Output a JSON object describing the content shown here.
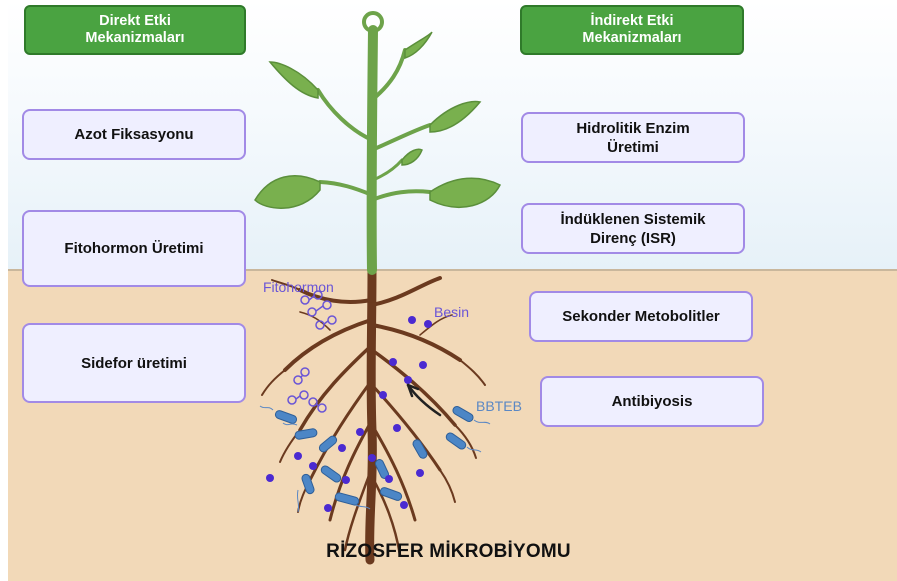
{
  "headers": {
    "direct": "Direkt Etki\nMekanizmaları",
    "indirect": "İndirekt Etki\nMekanizmaları"
  },
  "direct_mechanisms": [
    "Azot Fiksasyonu",
    "Fitohormon Üretimi",
    "Sidefor üretimi"
  ],
  "indirect_mechanisms": [
    "Hidrolitik Enzim Üretimi",
    "İndüklenen Sistemik Direnç (ISR)",
    "Sekonder Metobolitler",
    "Antibiyosis"
  ],
  "labels": {
    "fitohormon": "Fitohormon",
    "besin": "Besin",
    "bbteb": "BBTEB"
  },
  "title": "RİZOSFER MİKROBİYOMU",
  "colors": {
    "header_green": "#4aa341",
    "box_fill": "#efefff",
    "box_border": "#a28ae6",
    "soil": "#f2d9b8",
    "root": "#6b3a1f",
    "stem": "#6da34a",
    "leaf": "#79b04e",
    "bacteria": "#4c86c6",
    "nutrient": "#4b2ad1",
    "label_purple": "#6a55d6",
    "label_blue": "#5b88c4"
  }
}
